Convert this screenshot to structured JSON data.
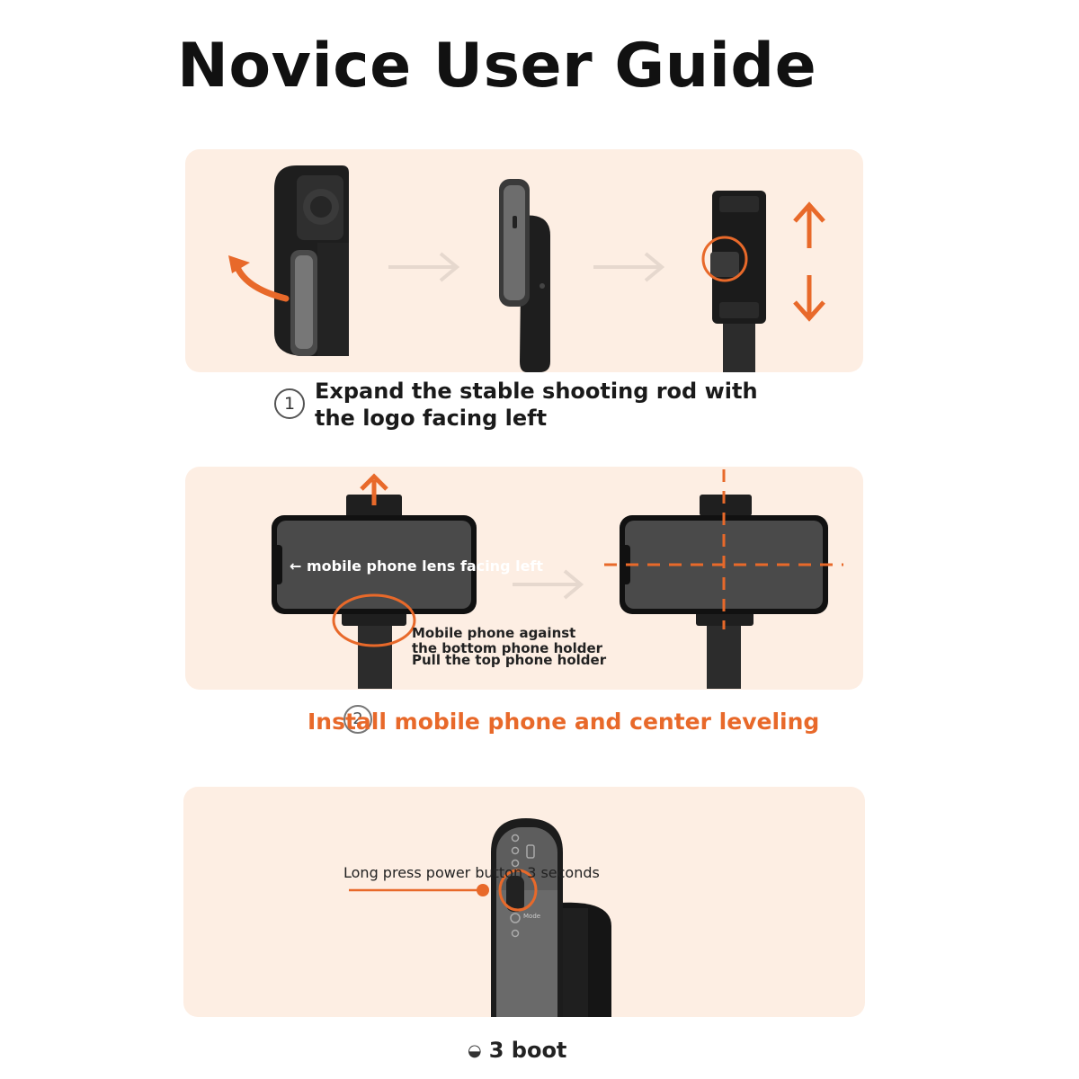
{
  "title": "Novice User Guide",
  "steps": [
    {
      "number": "1",
      "text_line1": "Expand the stable shooting rod with",
      "text_line2": "the logo facing left"
    },
    {
      "number": "2",
      "text": "Install mobile phone and center leveling",
      "lens_label": "← mobile phone lens facing left",
      "holder_note_line1": "Mobile phone against",
      "holder_note_line2": "the bottom phone holder",
      "holder_note_line3": "Pull the top phone holder"
    },
    {
      "number": "3",
      "power_label": "Long press power button 3 seconds",
      "text": "3 boot",
      "device_button_label": "Mode"
    }
  ],
  "colors": {
    "accent": "#e8692a",
    "panel": "#fdeee3",
    "device": "#2a2a2a"
  },
  "icons": [
    "curved-arrow-icon",
    "right-arrow-icon",
    "up-down-arrow-icon",
    "up-arrow-icon",
    "power-icon"
  ]
}
